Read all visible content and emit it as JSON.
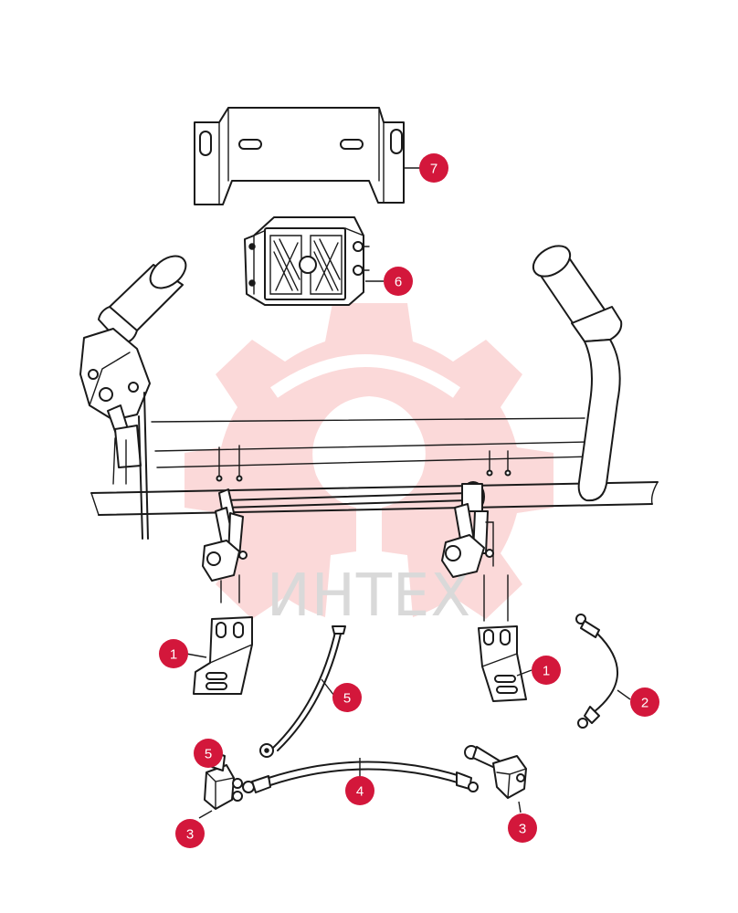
{
  "watermark": {
    "text": "ИНТЕХ",
    "color": "#fbd9d9",
    "text_color": "#d9d9d9"
  },
  "callout_color": "#d3173b",
  "callouts": [
    {
      "label": "7"
    },
    {
      "label": "6"
    },
    {
      "label": "1"
    },
    {
      "label": "5"
    },
    {
      "label": "1"
    },
    {
      "label": "2"
    },
    {
      "label": "5"
    },
    {
      "label": "4"
    },
    {
      "label": "3"
    },
    {
      "label": "3"
    }
  ]
}
